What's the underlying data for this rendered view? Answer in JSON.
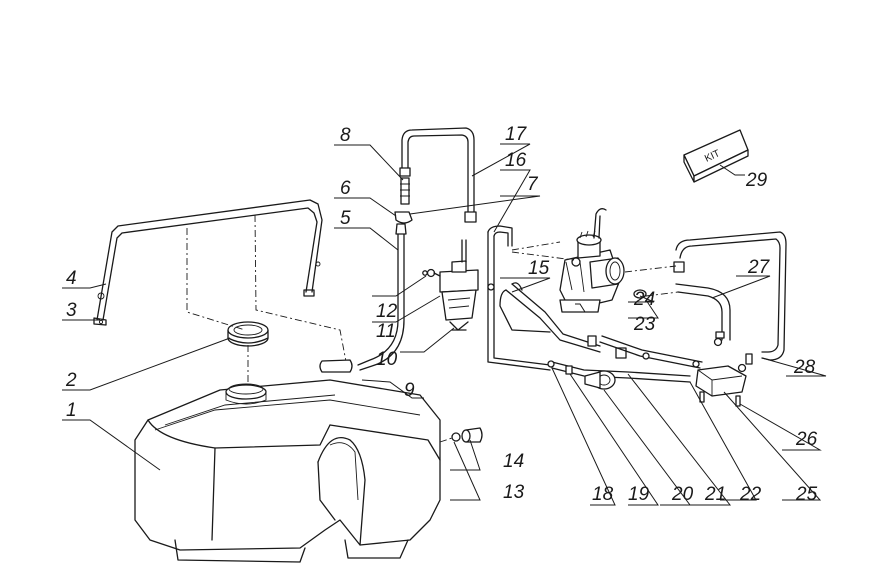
{
  "callouts": {
    "c1": "1",
    "c2": "2",
    "c3": "3",
    "c4": "4",
    "c5": "5",
    "c6": "6",
    "c7": "7",
    "c8": "8",
    "c9": "9",
    "c10": "10",
    "c11": "11",
    "c12": "12",
    "c13": "13",
    "c14": "14",
    "c15": "15",
    "c16": "16",
    "c17": "17",
    "c18": "18",
    "c19": "19",
    "c20": "20",
    "c21": "21",
    "c22": "22",
    "c23": "23",
    "c24": "24",
    "c25": "25",
    "c26": "26",
    "c27": "27",
    "c28": "28",
    "c29": "29"
  },
  "kit_label": "KIT"
}
